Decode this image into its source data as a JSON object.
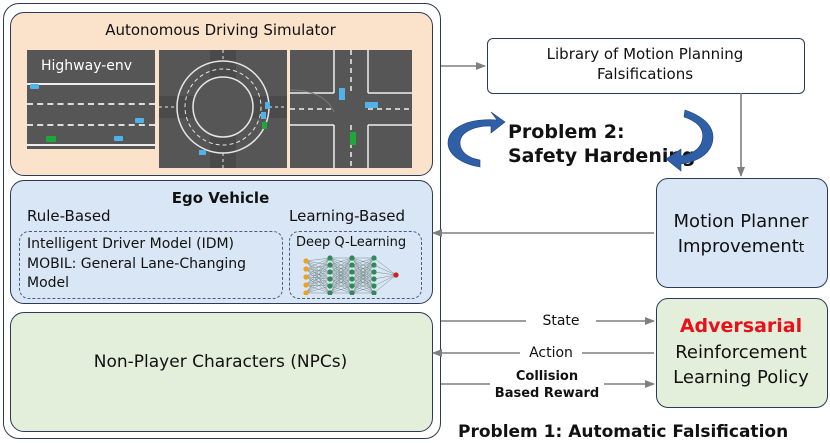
{
  "title_sim": "Autonomous Driving Simulator",
  "tile_label": "Highway-env",
  "ego_title": "Ego Vehicle",
  "rule_based": "Rule-Based",
  "learning_based": "Learning-Based",
  "idm": "Intelligent Driver Model (IDM)",
  "mobil_1": "MOBIL: General Lane-Changing",
  "mobil_2": "Model",
  "dql": "Deep Q-Learning",
  "npc": "Non-Player Characters (NPCs)",
  "library_1": "Library of Motion Planning",
  "library_2": "Falsifications",
  "problem2_1": "Problem 2:",
  "problem2_2": "Safety Hardening",
  "mpi_1": "Motion Planner",
  "mpi_2": "Improvement",
  "mpi_2_tail": "t",
  "adv_1": "Adversarial",
  "adv_2": "Reinforcement",
  "adv_3": "Learning Policy",
  "state": "State",
  "action": "Action",
  "reward_1": "Collision",
  "reward_2": "Based Reward",
  "problem1": "Problem 1: Automatic Falsification",
  "colors": {
    "sim_fill": "#fbe3cb",
    "ego_fill": "#d9e6f5",
    "npc_fill": "#e3efda",
    "adversarial": "#e8111a",
    "car_blue": "#4fb3ea",
    "car_green": "#1fa83a",
    "rotate_arrow": "#2f5fa6"
  },
  "icons": [
    "counterclockwise-arrow-icon",
    "clockwise-arrow-icon",
    "neural-network-icon"
  ]
}
